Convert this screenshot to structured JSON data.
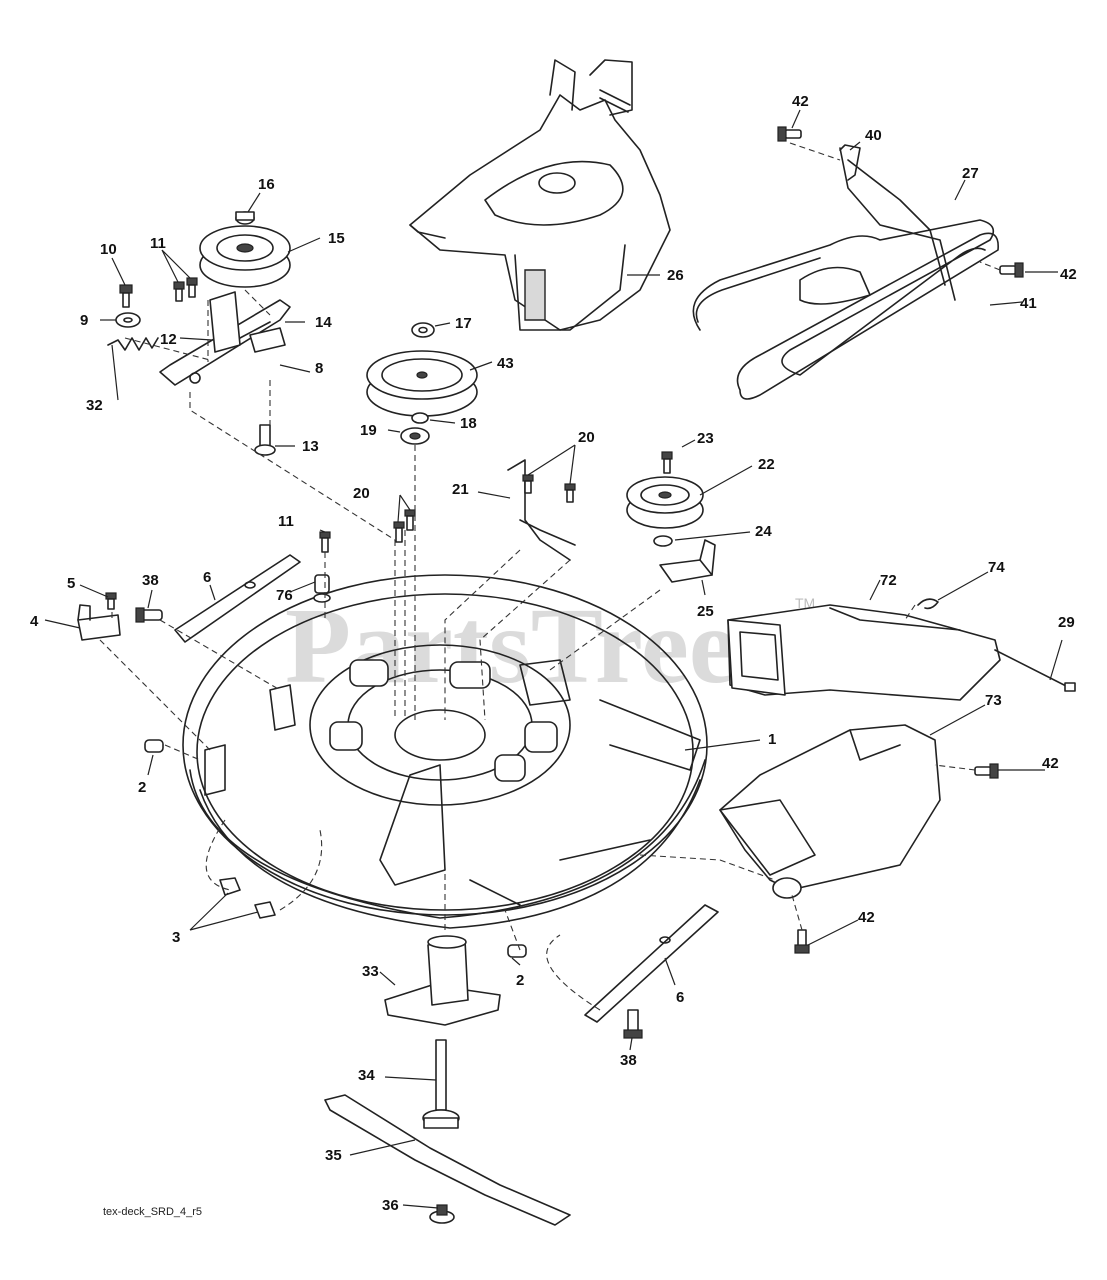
{
  "watermark": {
    "text": "PartsTree",
    "trademark": "TM"
  },
  "caption": "tex-deck_SRD_4_r5",
  "callouts": [
    "1",
    "2",
    "2",
    "3",
    "4",
    "5",
    "6",
    "6",
    "8",
    "9",
    "10",
    "11",
    "11",
    "12",
    "13",
    "14",
    "15",
    "16",
    "17",
    "18",
    "19",
    "20",
    "20",
    "21",
    "22",
    "23",
    "24",
    "25",
    "26",
    "27",
    "29",
    "32",
    "33",
    "34",
    "35",
    "36",
    "38",
    "38",
    "40",
    "41",
    "42",
    "42",
    "42",
    "42",
    "43",
    "72",
    "73",
    "74",
    "76"
  ]
}
